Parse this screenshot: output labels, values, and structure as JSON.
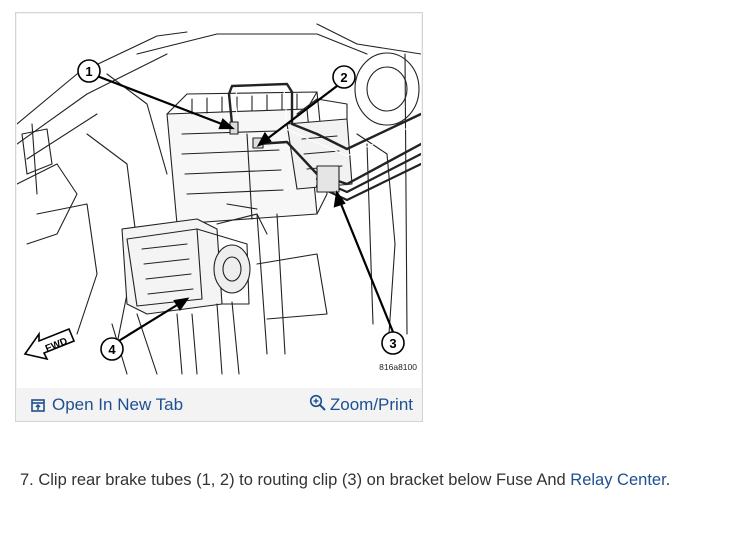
{
  "figure": {
    "code": "816a8100",
    "arrow_label": "FWD",
    "callouts": [
      "1",
      "2",
      "3",
      "4"
    ]
  },
  "toolbar": {
    "open_label": "Open In New Tab",
    "zoom_label": "Zoom/Print"
  },
  "instruction": {
    "text": "7. Clip rear brake tubes (1, 2) to routing clip (3) on bracket below Fuse And ",
    "link_text": "Relay Center",
    "tail": "."
  },
  "colors": {
    "link": "#1d4f91",
    "body_text": "#333333",
    "toolbar_bg": "#f3f3f3"
  },
  "icons": [
    "open-new-tab-icon",
    "zoom-magnifier-icon"
  ]
}
